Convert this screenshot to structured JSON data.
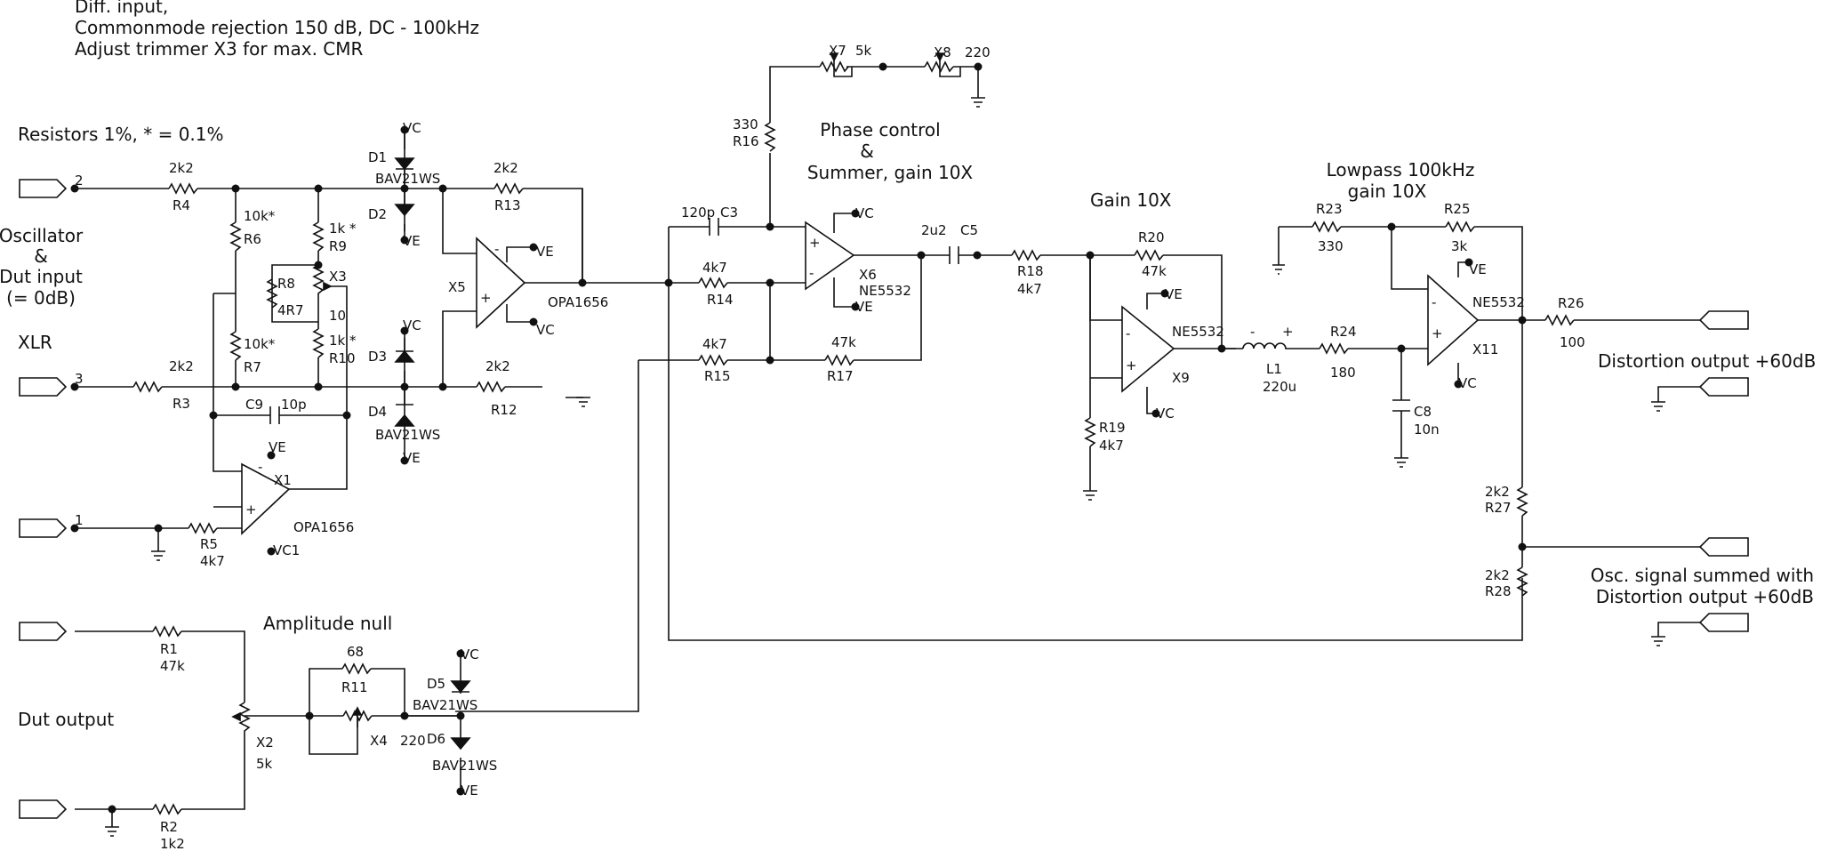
{
  "notes": {
    "header": [
      "Diff. input,",
      "Commonmode rejection 150 dB, DC - 100kHz",
      "Adjust trimmer X3 for max. CMR"
    ],
    "resistors": "Resistors 1%, * = 0.1%",
    "osc_input": [
      "Oscillator",
      "&",
      "Dut input",
      "(= 0dB)"
    ],
    "xlr": "XLR",
    "dut_output": "Dut output",
    "amplitude_null": "Amplitude null",
    "phase_control": [
      "Phase control",
      "&",
      "Summer, gain 10X"
    ],
    "gain10": "Gain 10X",
    "lowpass": [
      "Lowpass 100kHz",
      "gain 10X"
    ],
    "distortion_out": "Distortion output +60dB",
    "osc_summed": [
      "Osc. signal summed with",
      "Distortion output +60dB"
    ]
  },
  "pins": {
    "p2": "2",
    "p3": "3",
    "p1": "1"
  },
  "parts": {
    "R1": {
      "ref": "R1",
      "val": "47k"
    },
    "R2": {
      "ref": "R2",
      "val": "1k2"
    },
    "R3": {
      "ref": "R3",
      "val": "2k2"
    },
    "R4": {
      "ref": "R4",
      "val": "2k2"
    },
    "R5": {
      "ref": "R5",
      "val": "4k7"
    },
    "R6": {
      "ref": "R6",
      "val": "10k*"
    },
    "R7": {
      "ref": "R7",
      "val": "10k*"
    },
    "R8": {
      "ref": "R8",
      "val": "4R7"
    },
    "R9": {
      "ref": "R9",
      "val": "1k *"
    },
    "R10": {
      "ref": "R10",
      "val": "1k *"
    },
    "R11": {
      "ref": "R11",
      "val": "68"
    },
    "R12": {
      "ref": "R12",
      "val": "2k2"
    },
    "R13": {
      "ref": "R13",
      "val": "2k2"
    },
    "R14": {
      "ref": "R14",
      "val": "4k7"
    },
    "R15": {
      "ref": "R15",
      "val": "4k7"
    },
    "R16": {
      "ref": "R16",
      "val": "330"
    },
    "R17": {
      "ref": "R17",
      "val": "47k"
    },
    "R18": {
      "ref": "R18",
      "val": "4k7"
    },
    "R19": {
      "ref": "R19",
      "val": "4k7"
    },
    "R20": {
      "ref": "R20",
      "val": "47k"
    },
    "R23": {
      "ref": "R23",
      "val": "330"
    },
    "R24": {
      "ref": "R24",
      "val": "180"
    },
    "R25": {
      "ref": "R25",
      "val": "3k"
    },
    "R26": {
      "ref": "R26",
      "val": "100"
    },
    "R27": {
      "ref": "R27",
      "val": "2k2"
    },
    "R28": {
      "ref": "R28",
      "val": "2k2"
    },
    "C3": {
      "ref": "C3",
      "val": "120p"
    },
    "C5": {
      "ref": "C5",
      "val": "2u2"
    },
    "C8": {
      "ref": "C8",
      "val": "10n"
    },
    "C9": {
      "ref": "C9",
      "val": "10p"
    },
    "L1": {
      "ref": "L1",
      "val": "220u"
    },
    "X2": {
      "ref": "X2",
      "val": "5k"
    },
    "X3": {
      "ref": "X3",
      "val": "10"
    },
    "X4": {
      "ref": "X4",
      "val": "220"
    },
    "X7": {
      "ref": "X7",
      "val": "5k"
    },
    "X8": {
      "ref": "X8",
      "val": "220"
    },
    "D1": {
      "ref": "D1",
      "val": "BAV21WS"
    },
    "D2": {
      "ref": "D2"
    },
    "D3": {
      "ref": "D3"
    },
    "D4": {
      "ref": "D4",
      "val": "BAV21WS"
    },
    "D5": {
      "ref": "D5",
      "val": "BAV21WS"
    },
    "D6": {
      "ref": "D6",
      "val": "BAV21WS"
    },
    "X1": {
      "ref": "X1",
      "type": "OPA1656"
    },
    "X5": {
      "ref": "X5",
      "type": "OPA1656"
    },
    "X6": {
      "ref": "X6",
      "type": "NE5532"
    },
    "X9": {
      "ref": "X9",
      "type": "NE5532"
    },
    "X11": {
      "ref": "X11",
      "type": "NE5532"
    }
  },
  "supply": {
    "vc": "VC",
    "ve": "VE",
    "vc1": "VC1"
  },
  "opamp_pins": {
    "plus": "+",
    "minus": "-"
  }
}
